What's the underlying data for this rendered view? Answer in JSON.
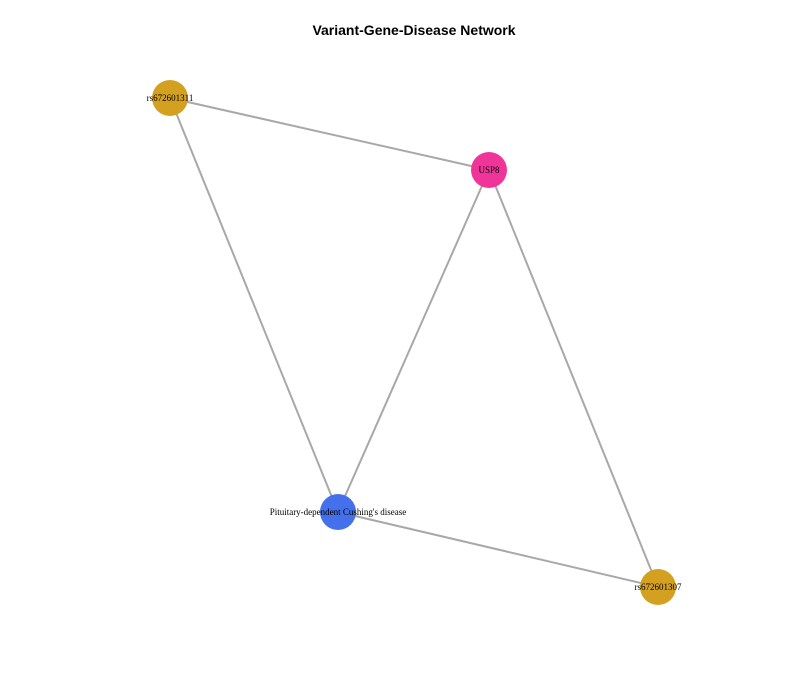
{
  "title": "Variant-Gene-Disease Network",
  "colors": {
    "variant": "#D4A020",
    "gene": "#F0359A",
    "disease": "#4570EC",
    "edge": "#A8A8A8"
  },
  "nodes": [
    {
      "id": "n1",
      "label": "rs672601311",
      "type": "variant"
    },
    {
      "id": "n2",
      "label": "USP8",
      "type": "gene"
    },
    {
      "id": "n3",
      "label": "Pituitary-dependent Cushing's disease",
      "type": "disease"
    },
    {
      "id": "n4",
      "label": "rs672601307",
      "type": "variant"
    }
  ],
  "edges": [
    {
      "source": "n1",
      "target": "n2"
    },
    {
      "source": "n1",
      "target": "n3"
    },
    {
      "source": "n2",
      "target": "n3"
    },
    {
      "source": "n2",
      "target": "n4"
    },
    {
      "source": "n3",
      "target": "n4"
    }
  ]
}
